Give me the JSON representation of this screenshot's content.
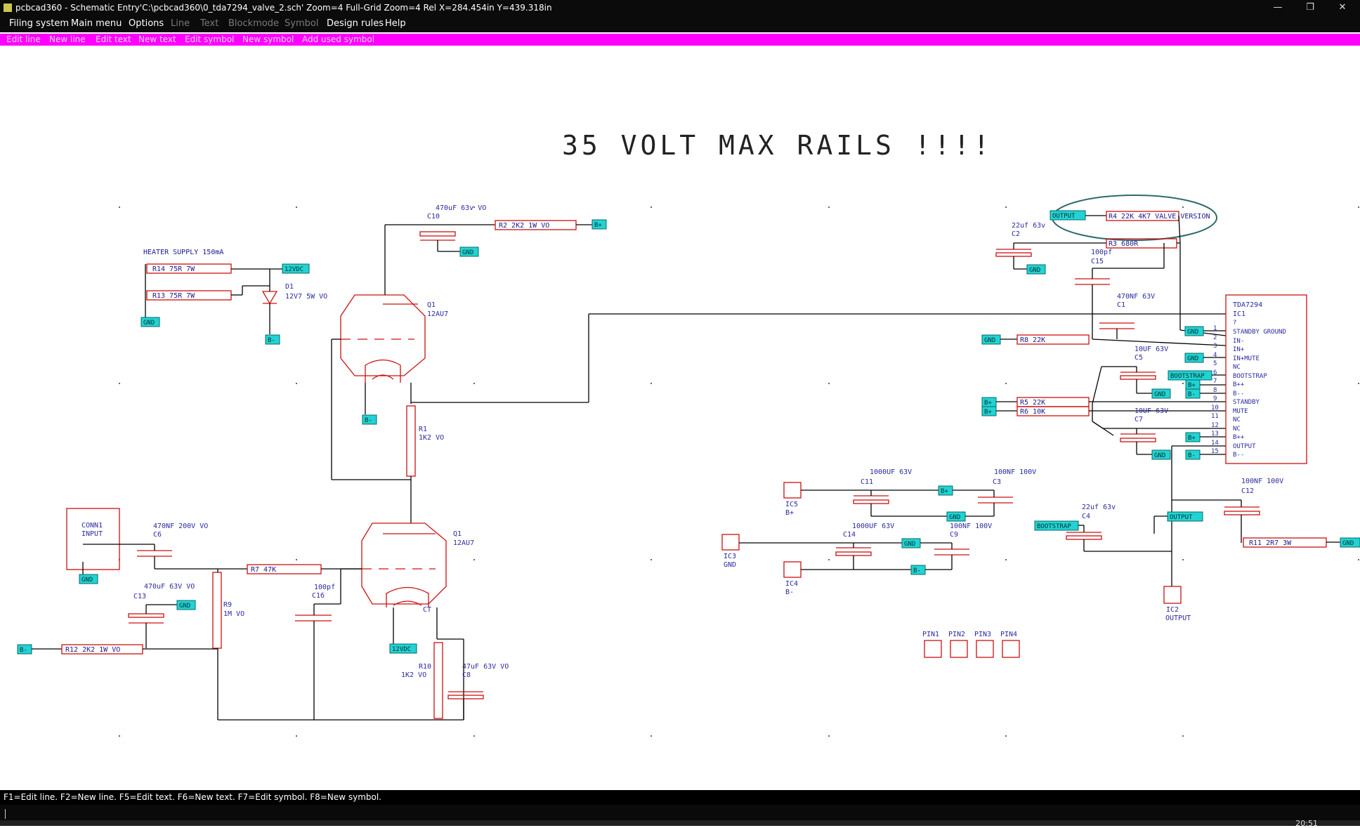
{
  "window": {
    "title": "pcbcad360 - Schematic Entry'C:\\pcbcad360\\0_tda7294_valve_2.sch' Zoom=4 Full-Grid Zoom=4 Rel X=284.454in Y=439.318in",
    "minimize_glyph": "—",
    "maximize_glyph": "❐",
    "close_glyph": "✕"
  },
  "menu": [
    {
      "label": "Filing system",
      "enabled": true
    },
    {
      "label": "Main menu",
      "enabled": true
    },
    {
      "label": "Options",
      "enabled": true
    },
    {
      "label": "Line",
      "enabled": false
    },
    {
      "label": "Text",
      "enabled": false
    },
    {
      "label": "Blockmode",
      "enabled": false
    },
    {
      "label": "Symbol",
      "enabled": false
    },
    {
      "label": "Design rules",
      "enabled": true
    },
    {
      "label": "Help",
      "enabled": true
    }
  ],
  "toolbar": [
    "Edit line",
    "New line",
    "Edit text",
    "New text",
    "Edit symbol",
    "New symbol",
    "Add used symbol"
  ],
  "schematic": {
    "banner": "35 VOLT MAX RAILS !!!!",
    "heater_supply": "HEATER SUPPLY 150mA",
    "r14": "R14   75R 7W",
    "r13": "R13   75R 7W",
    "d1": "D1",
    "d1_val": "12V7 5W VO",
    "c10": "C10",
    "c10_val": "470uF 63v VO",
    "r2": "R2   2K2 1W VO",
    "q_upper": "Q1",
    "q_upper_val": "12AU7",
    "r1": "R1",
    "r1_val": "1K2 VO",
    "q_lower": "Q1",
    "q_lower_val": "12AU7",
    "conn1": "CONN1",
    "conn1_sub": "INPUT",
    "c6": "C6",
    "c6_val": "470NF 200V VO",
    "r7": "R7    47K",
    "c16": "C16",
    "c16_val": "100pf",
    "c13": "C13",
    "c13_val": "470uF 63V VO",
    "r9": "R9",
    "r9_val": "1M VO",
    "r12": "R12   2K2 1W VO",
    "r10": "R10",
    "r10_val": "1K2 VO",
    "c8": "C8",
    "c8_val": "47uF 63V VO",
    "ct": "CT",
    "c11": "C11",
    "c11_val": "1000UF 63V",
    "c3": "C3",
    "c3_val": "100NF 100V",
    "c14": "C14",
    "c14_val": "1000UF 63V",
    "c9": "C9",
    "c9_val": "100NF 100V",
    "ic5": "IC5",
    "ic5_sub": "B+",
    "ic3": "IC3",
    "ic3_sub": "GND",
    "ic4": "IC4",
    "ic4_sub": "B-",
    "pins": [
      "PIN1",
      "PIN2",
      "PIN3",
      "PIN4"
    ],
    "r4": "R4   22K 4K7 VALVE VERSION",
    "c2": "C2",
    "c2_val": "22uf 63v",
    "r3": "R3    680R",
    "c15": "C15",
    "c15_val": "100pf",
    "c1": "C1",
    "c1_val": "470NF 63V",
    "r8": "R8    22K",
    "c5": "C5",
    "c5_val": "10UF 63V",
    "r5": "R5    22K",
    "r6": "R6    10K",
    "c7": "C7",
    "c7_val": "10UF 63V",
    "c4": "C4",
    "c4_val": "22uf 63v",
    "c12": "C12",
    "c12_val": "100NF 100V",
    "r11": "R11   2R7 3W",
    "ic2": "IC2",
    "ic2_sub": "OUTPUT",
    "ic1_name": "TDA7294",
    "ic1_ref": "IC1",
    "ic1_pins": [
      "?",
      "STANDBY GROUND",
      "IN-",
      "IN+",
      "IN+MUTE",
      "NC",
      "BOOTSTRAP",
      "B++",
      "B--",
      "STANDBY",
      "MUTE",
      "NC",
      "NC",
      "B++",
      "OUTPUT",
      "B--"
    ],
    "ic1_pin_numbers": [
      "1",
      "2",
      "3",
      "4",
      "5",
      "6",
      "7",
      "8",
      "9",
      "10",
      "11",
      "12",
      "13",
      "14",
      "15"
    ],
    "tags": {
      "gnd": "GND",
      "bplus": "B+",
      "bminus": "B-",
      "v12": "12VDC",
      "output": "OUTPUT",
      "bootstrap": "BOOTSTRAP"
    }
  },
  "status": {
    "hints": "F1=Edit line. F2=New line. F5=Edit text. F6=New text. F7=Edit symbol. F8=New symbol.",
    "clock": "20:51"
  },
  "colors": {
    "wire": "#000000",
    "component": "#cc1111",
    "text": "#2a2aa0",
    "tag_fill": "#22d3d3",
    "menu_highlight": "#ff00ff",
    "annotation": "#2d6b6b"
  }
}
